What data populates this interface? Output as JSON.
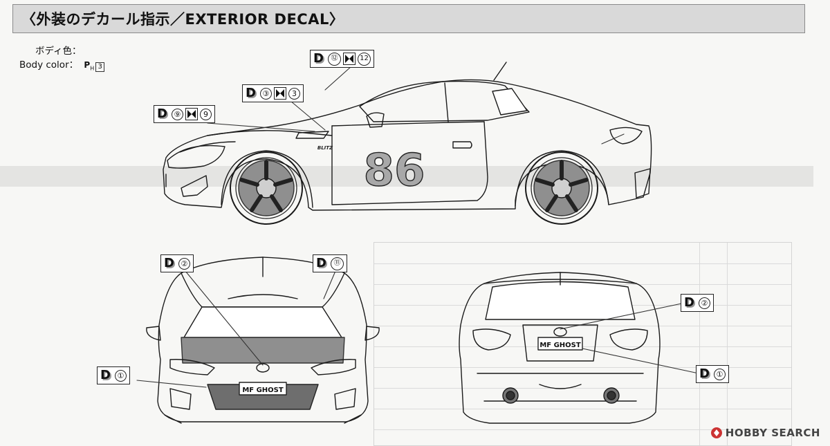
{
  "header": {
    "title": "〈外装のデカール指示／EXTERIOR DECAL〉"
  },
  "body_color": {
    "label_jp": "ボディ色：",
    "label_en": "Body color：",
    "paint_prefix": "P",
    "paint_sub": "H",
    "paint_number": "3"
  },
  "callouts": {
    "side_small": {
      "letter": "D",
      "left": "⑨",
      "right": "9"
    },
    "side_mid": {
      "letter": "D",
      "left": "③",
      "right": "3"
    },
    "side_top": {
      "letter": "D",
      "left": "⑫",
      "right": "12"
    },
    "front_top_left": {
      "letter": "D",
      "num": "②"
    },
    "front_top_right": {
      "letter": "D",
      "num": "⑪"
    },
    "front_bottom": {
      "letter": "D",
      "num": "①"
    },
    "rear_top": {
      "letter": "D",
      "num": "②"
    },
    "rear_bottom": {
      "letter": "D",
      "num": "①"
    }
  },
  "car_details": {
    "door_number": "86",
    "front_plate": "MF GHOST",
    "rear_plate": "MF GHOST",
    "side_badge": "BLITZ"
  },
  "watermark": {
    "icon": "hobby-search-logo-icon",
    "text": "HOBBY SEARCH"
  }
}
